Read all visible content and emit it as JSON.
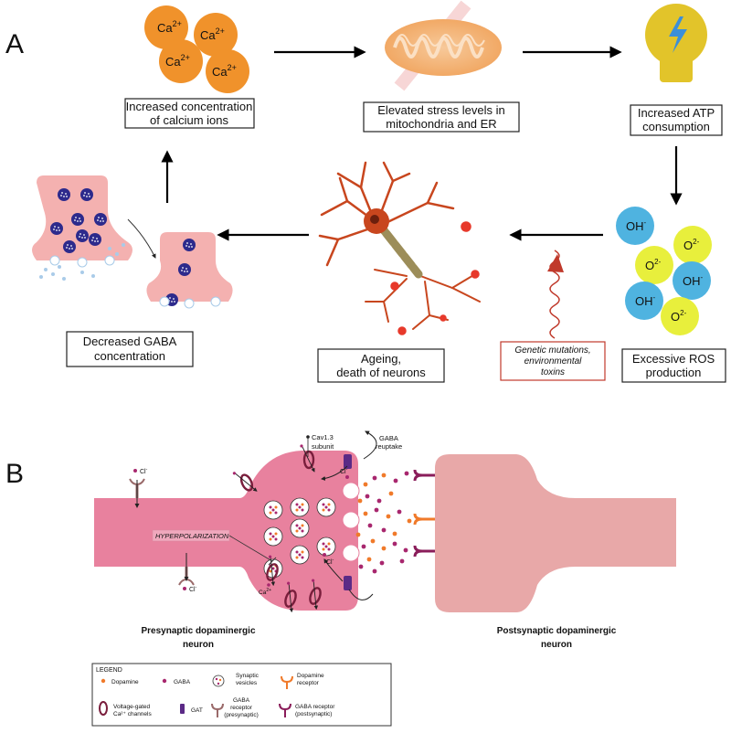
{
  "panel_a": {
    "label": "A",
    "ions": [
      "Ca",
      "Ca",
      "Ca",
      "Ca"
    ],
    "ion_charge": "2+",
    "boxes": {
      "calcium": [
        "Increased concentration",
        "of calcium ions"
      ],
      "stress": [
        "Elevated stress levels in",
        "mitochondria and ER"
      ],
      "atp": [
        "Increased ATP",
        "consumption"
      ],
      "ros": [
        "Excessive ROS",
        "production"
      ],
      "ageing": [
        "Ageing,",
        "death of neurons"
      ],
      "gaba": [
        "Decreased GABA",
        "concentration"
      ],
      "genetic": [
        "Genetic mutations,",
        "environmental",
        "toxins"
      ]
    },
    "ros_species": [
      {
        "base": "OH",
        "sup": "-",
        "color": "#4fb3e0"
      },
      {
        "base": "O",
        "sup": "2-",
        "color": "#e8ef3c"
      },
      {
        "base": "O",
        "sup": "2-",
        "color": "#e8ef3c"
      },
      {
        "base": "OH",
        "sup": "-",
        "color": "#4fb3e0"
      },
      {
        "base": "OH",
        "sup": "-",
        "color": "#4fb3e0"
      },
      {
        "base": "O",
        "sup": "2-",
        "color": "#e8ef3c"
      }
    ]
  },
  "panel_b": {
    "label": "B",
    "cl": "Cl",
    "cl_sup": "-",
    "ca": "Ca",
    "ca_sup": "2+",
    "cav_label": [
      "Cav1.3",
      "subunit"
    ],
    "reuptake_label": [
      "GABA",
      "reuptake"
    ],
    "hyperpolarization": "HYPERPOLARIZATION",
    "presynaptic": [
      "Presynaptic dopaminergic",
      "neuron"
    ],
    "postsynaptic": [
      "Postsynaptic dopaminergic",
      "neuron"
    ]
  },
  "legend": {
    "title": "LEGEND",
    "items": [
      {
        "label": [
          "Dopamine"
        ]
      },
      {
        "label": [
          "GABA"
        ]
      },
      {
        "label": [
          "Synaptic",
          "vesicles"
        ]
      },
      {
        "label": [
          "Dopamine",
          "receptor"
        ]
      },
      {
        "label": [
          "Voltage-gated",
          "Ca²⁺ channels"
        ]
      },
      {
        "label": [
          "GAT"
        ]
      },
      {
        "label": [
          "GABA",
          "receptor",
          "(presynaptic)"
        ]
      },
      {
        "label": [
          "GABA receptor",
          "(postsynaptic)"
        ]
      }
    ]
  },
  "colors": {
    "calcium": "#f0922b",
    "bulb": "#e2c42a",
    "neuron": "#c8461e",
    "neuron_pink": "#f4b1b0",
    "vesicle": "#2d2a8c",
    "pre_neuron": "#e8819e",
    "post_neuron": "#e8a8a8",
    "dopamine": "#f07a2a",
    "gaba_dot": "#a8276e",
    "receptor_dark": "#8a1d5a",
    "genetic_box": "#c0392b"
  }
}
